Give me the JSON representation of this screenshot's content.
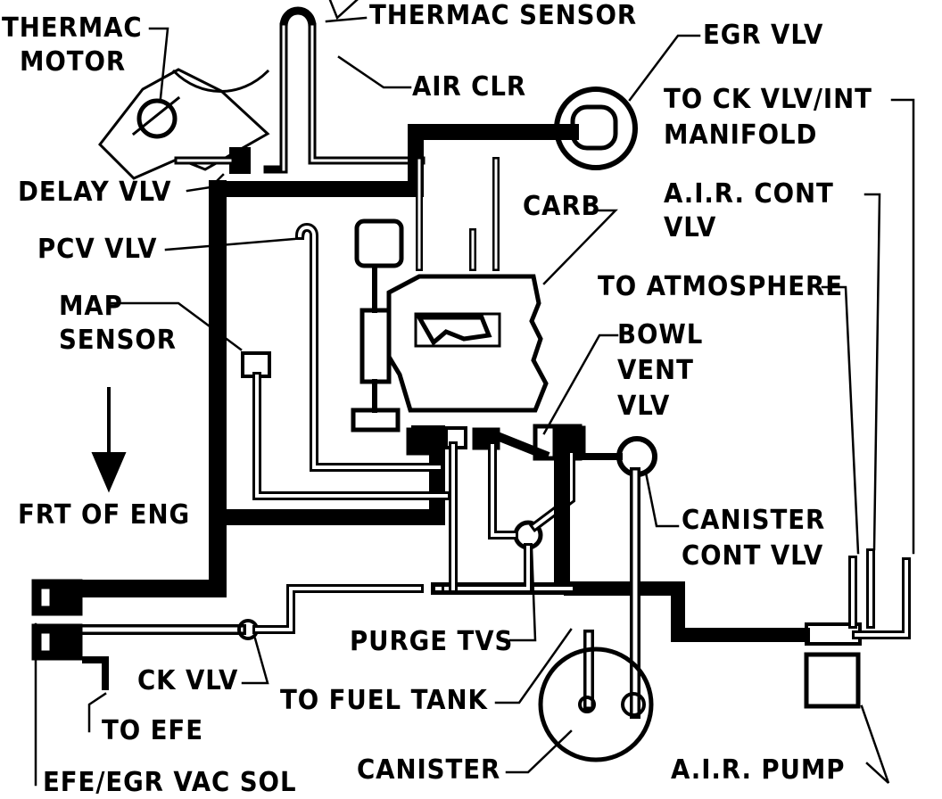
{
  "diagram": {
    "colors": {
      "ink": "#000000",
      "paper": "#ffffff"
    },
    "arrow": "down-arrow",
    "labels": {
      "thermac_motor_1": "THERMAC",
      "thermac_motor_2": "MOTOR",
      "thermac_sensor": "THERMAC SENSOR",
      "egr_vlv": "EGR VLV",
      "air_clr": "AIR CLR",
      "to_ck_vlv_1": "TO CK VLV/INT",
      "to_ck_vlv_2": "MANIFOLD",
      "delay_vlv": "DELAY VLV",
      "carb": "CARB",
      "air_cont_vlv_1": "A.I.R. CONT",
      "air_cont_vlv_2": "VLV",
      "pcv_vlv": "PCV VLV",
      "to_atmosphere": "TO ATMOSPHERE",
      "map_sensor_1": "MAP",
      "map_sensor_2": "SENSOR",
      "bowl_vent_1": "BOWL",
      "bowl_vent_2": "VENT",
      "bowl_vent_3": "VLV",
      "frt_of_eng": "FRT OF ENG",
      "canister_cont_1": "CANISTER",
      "canister_cont_2": "CONT VLV",
      "purge_tvs": "PURGE TVS",
      "ck_vlv": "CK VLV",
      "to_fuel_tank": "TO FUEL TANK",
      "to_efe": "TO EFE",
      "canister": "CANISTER",
      "air_pump": "A.I.R. PUMP",
      "efe_egr_vac_sol": "EFE/EGR VAC SOL"
    }
  }
}
